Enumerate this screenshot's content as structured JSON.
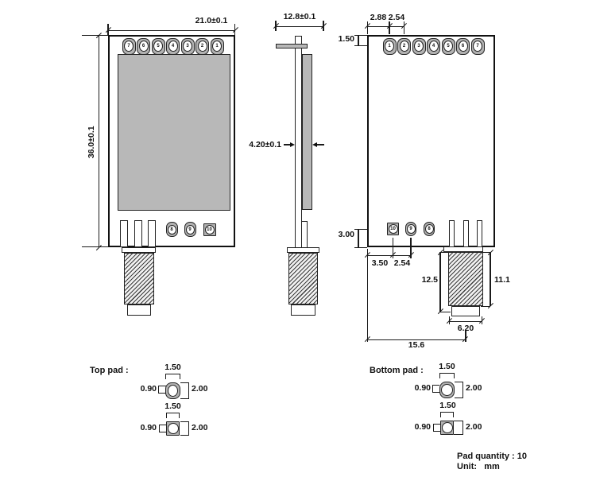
{
  "drawing": {
    "front_view": {
      "width_dim": "21.0±0.1",
      "height_dim": "36.0±0.1",
      "top_pads": [
        "7",
        "6",
        "5",
        "4",
        "3",
        "2",
        "1"
      ],
      "bottom_pads": [
        "8",
        "9",
        "10"
      ]
    },
    "side_view": {
      "width_dim": "12.8±0.1",
      "thickness_dim": "4.20±0.1"
    },
    "back_view": {
      "edge_to_pad_dim": "2.88",
      "pad_pitch_top_dim": "2.54",
      "pad_top_offset_dim": "1.50",
      "pad_bottom_offset_dim": "3.00",
      "edge_to_pad10_dim": "3.50",
      "pad_pitch_bottom_dim": "2.54",
      "sma_length_dim": "12.5",
      "sma_body_length_dim": "11.1",
      "sma_tip_width_dim": "6.20",
      "module_to_sma_center_dim": "15.6",
      "top_pads": [
        "1",
        "2",
        "3",
        "4",
        "5",
        "6",
        "7"
      ],
      "bottom_pads": [
        "10",
        "9",
        "8"
      ]
    },
    "pad_details": {
      "top": {
        "label": "Top pad :",
        "pads": [
          {
            "width_dim": "1.50",
            "hole_dim": "0.90",
            "height_dim": "2.00"
          },
          {
            "width_dim": "1.50",
            "hole_dim": "0.90",
            "height_dim": "2.00"
          }
        ]
      },
      "bottom": {
        "label": "Bottom pad :",
        "pads": [
          {
            "width_dim": "1.50",
            "hole_dim": "0.90",
            "height_dim": "2.00"
          },
          {
            "width_dim": "1.50",
            "hole_dim": "0.90",
            "height_dim": "2.00"
          }
        ]
      }
    },
    "notes": {
      "pad_quantity": "Pad quantity : 10",
      "unit": "Unit:   mm"
    },
    "colors": {
      "line": "#1a1a1a",
      "shield_gray": "#b8b8b8",
      "pad_gray": "#b2b2b2",
      "background": "#ffffff"
    }
  }
}
